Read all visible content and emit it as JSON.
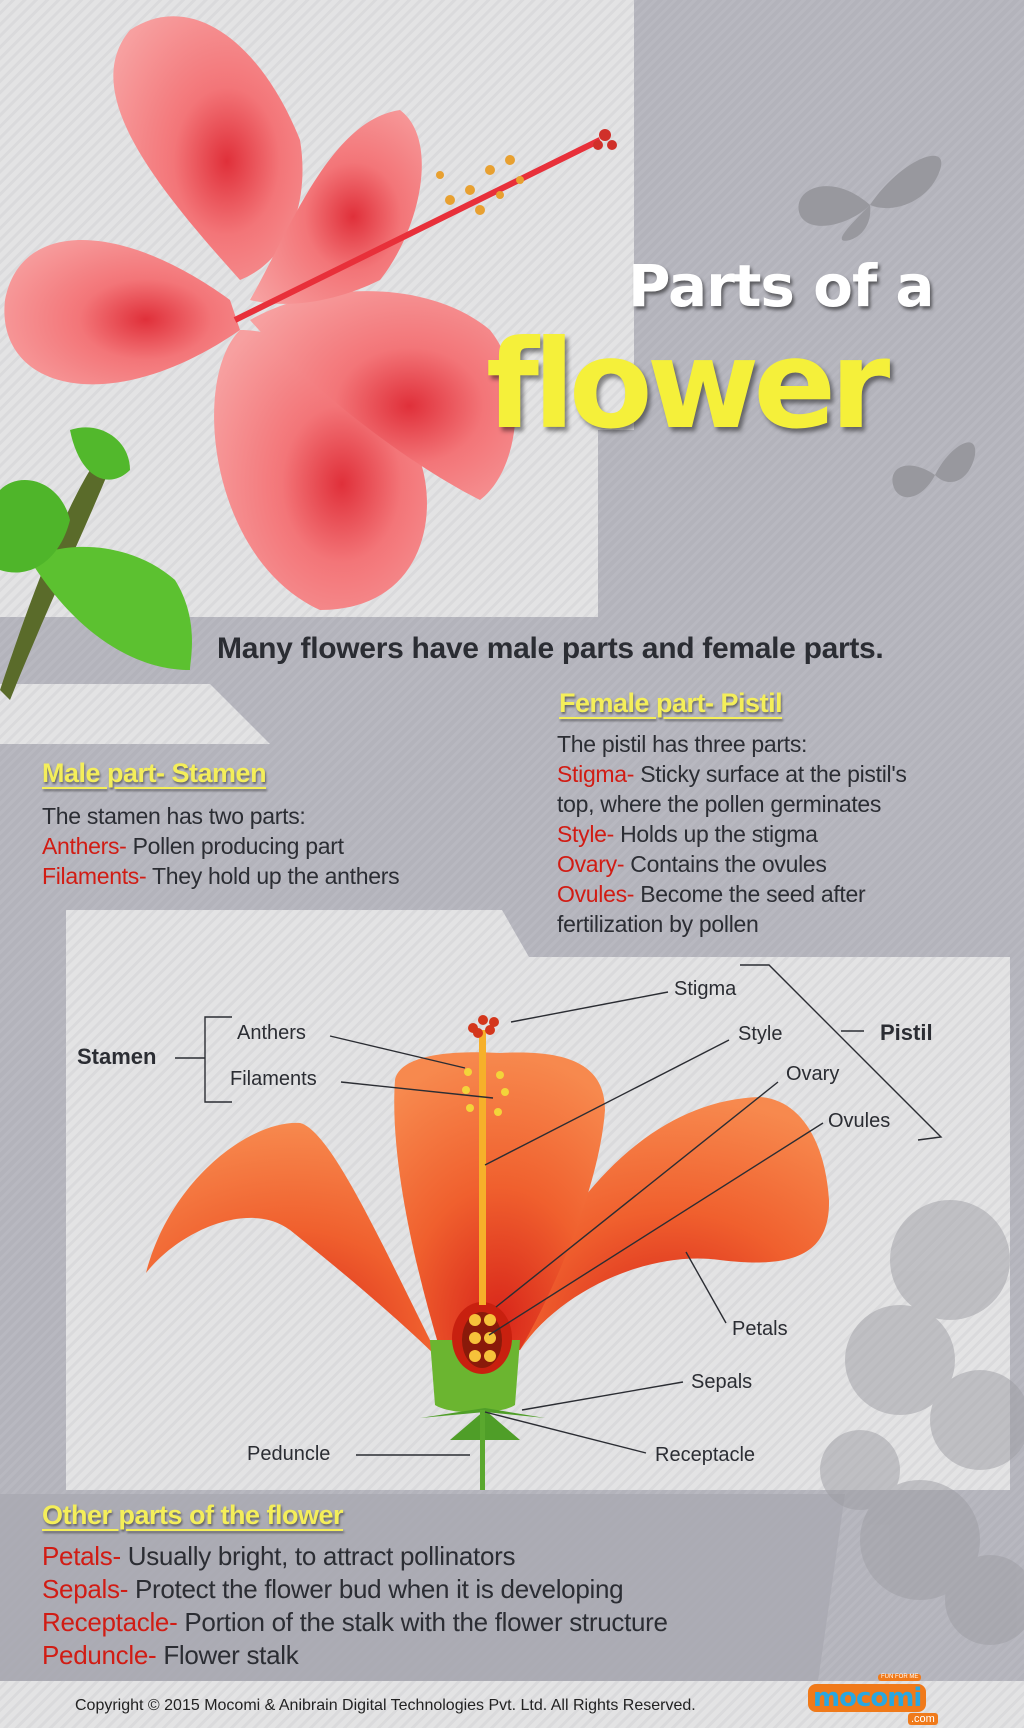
{
  "title": {
    "line1": "Parts of a",
    "line2": "flower"
  },
  "intro": "Many flowers have male parts and female parts.",
  "male": {
    "heading": "Male part- Stamen",
    "lead": "The stamen has two parts:",
    "items": [
      {
        "term": "Anthers-",
        "desc": " Pollen producing part"
      },
      {
        "term": "Filaments-",
        "desc": " They hold up the anthers"
      }
    ]
  },
  "female": {
    "heading": "Female part- Pistil",
    "lead": "The pistil has three parts:",
    "items": [
      {
        "term": "Stigma-",
        "desc": " Sticky surface at the pistil's",
        "cont": "top, where the pollen germinates"
      },
      {
        "term": "Style-",
        "desc": " Holds up the stigma"
      },
      {
        "term": "Ovary-",
        "desc": " Contains the ovules"
      },
      {
        "term": "Ovules-",
        "desc": " Become the seed after",
        "cont": "fertilization by pollen"
      }
    ]
  },
  "diagram": {
    "stamen": "Stamen",
    "anthers": "Anthers",
    "filaments": "Filaments",
    "stigma": "Stigma",
    "style": "Style",
    "ovary": "Ovary",
    "ovules": "Ovules",
    "pistil": "Pistil",
    "petals": "Petals",
    "sepals": "Sepals",
    "receptacle": "Receptacle",
    "peduncle": "Peduncle"
  },
  "other": {
    "heading": "Other parts of the flower",
    "items": [
      {
        "term": "Petals-",
        "desc": " Usually bright, to attract pollinators"
      },
      {
        "term": "Sepals-",
        "desc": " Protect the flower bud when it is developing"
      },
      {
        "term": "Receptacle-",
        "desc": " Portion of the stalk with the flower structure"
      },
      {
        "term": "Peduncle-",
        "desc": " Flower stalk"
      }
    ]
  },
  "footer": {
    "copyright": "Copyright © 2015 Mocomi & Anibrain Digital Technologies Pvt. Ltd. All Rights Reserved.",
    "logo": "mocomi",
    "logo_sub": ".com",
    "logo_tag": "FUN FOR ME"
  },
  "colors": {
    "accent_red": "#d11c14",
    "heading_yellow": "#f4ee5a",
    "title_yellow": "#f5f03a",
    "petal_orange": "#f26a3a",
    "hibiscus_pink": "#f07c7c"
  }
}
